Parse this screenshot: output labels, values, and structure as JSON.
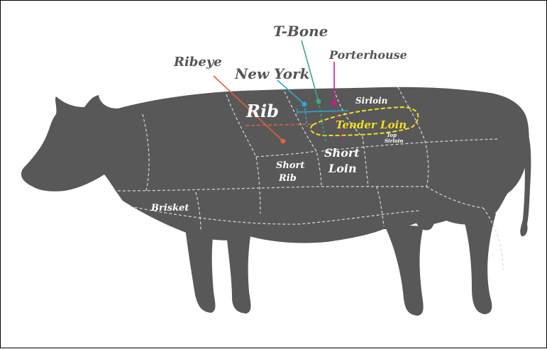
{
  "colors": {
    "body": "#585858",
    "cut_lines": "#d9d9d9",
    "label_on_white": "#555555",
    "label_on_body": "#ffffff",
    "ribeye": "#e06040",
    "new_york": "#2aa8d8",
    "t_bone": "#3aaa80",
    "porterhouse": "#c0208c",
    "tender_loin": "#f0e020"
  },
  "labels": {
    "t_bone": "T-Bone",
    "porterhouse": "Porterhouse",
    "ribeye": "Ribeye",
    "new_york": "New York",
    "rib": "Rib",
    "sirloin": "Sirloin",
    "tender_loin": "Tender Loin",
    "top_sirloin": [
      "Top",
      "Sirloin"
    ],
    "short_loin": [
      "Short",
      "Loin"
    ],
    "short_rib": [
      "Short",
      "Rib"
    ],
    "brisket": "Brisket"
  }
}
